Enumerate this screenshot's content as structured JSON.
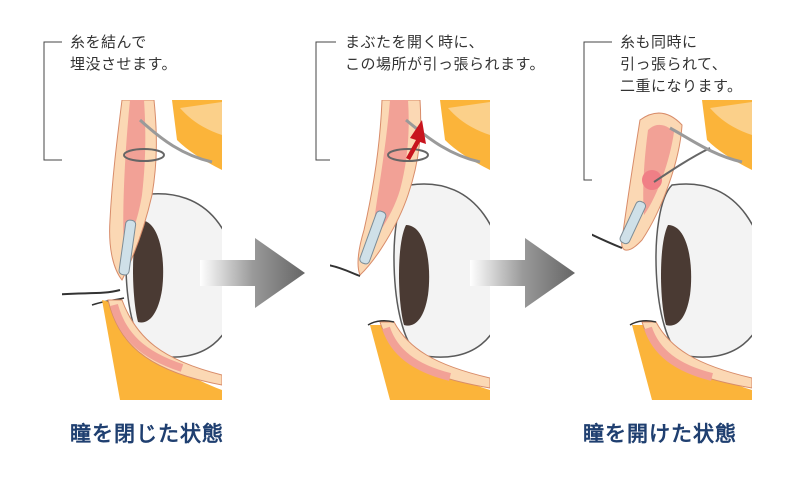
{
  "notes": {
    "step1": [
      "糸を結んで",
      "埋没させます。"
    ],
    "step2": [
      "まぶたを開く時に、",
      "この場所が引っ張られます。"
    ],
    "step3": [
      "糸も同時に",
      "引っ張られて、",
      "二重になります。"
    ]
  },
  "captions": {
    "closed": "瞳を閉じた状態",
    "open": "瞳を開けた状態"
  },
  "colors": {
    "caption": "#1f3f70",
    "skin": "#fbd8b4",
    "muscle": "#f2a196",
    "fat": "#fbb43a",
    "arrow_red": "#c8141e",
    "iris": "#4a3a33",
    "sclera": "#f3f3f3",
    "flow_arrow": "#777777"
  }
}
